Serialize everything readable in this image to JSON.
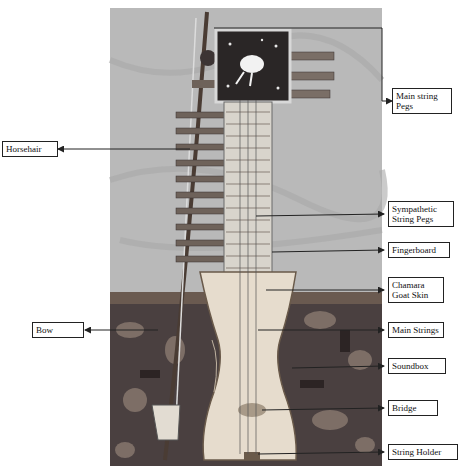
{
  "diagram": {
    "nodes": [
      {
        "text": [
          "Main string Pegs"
        ]
      },
      {
        "text": [
          "Horsehair"
        ]
      },
      {
        "text": [
          "Sympathetic String Pegs"
        ]
      },
      {
        "text": [
          "Fingerboard"
        ]
      },
      {
        "text": [
          "Chamara Goat Skin"
        ]
      },
      {
        "text": [
          "Bow"
        ]
      },
      {
        "text": [
          "Main Strings"
        ]
      },
      {
        "text": [
          "Soundbox"
        ]
      },
      {
        "text": [
          "Bridge"
        ]
      },
      {
        "text": [
          "String Holder"
        ]
      }
    ]
  }
}
